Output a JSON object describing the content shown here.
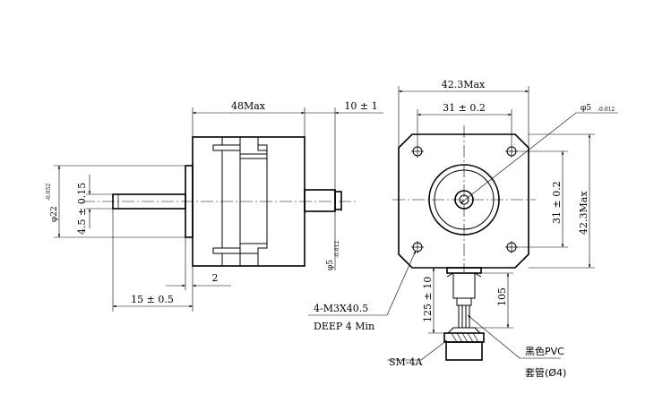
{
  "dimensions": {
    "body_length": "48Max",
    "shaft_length": "10 ± 1",
    "flange_width": "42.3Max",
    "hole_spacing_h": "31 ± 0.2",
    "hole_spacing_v": "31 ± 0.2",
    "flange_height": "42.3Max",
    "shaft_diameter_main": "φ5",
    "shaft_diameter_main_tol": "-0.012",
    "shaft_diameter_side": "φ5",
    "shaft_diameter_side_tol": "-0.012",
    "pilot_diameter": "φ22",
    "pilot_diameter_tol": "-0.052",
    "rear_shaft": "4.5 ± 0.15",
    "rear_shaft_length": "15 ± 0.5",
    "pilot_depth": "2",
    "lead_length": "125 ± 10",
    "cable_length": "105"
  },
  "labels": {
    "mount_holes": "4-M3X40.5",
    "mount_depth": "DEEP 4 Min",
    "connector": "SM-4A",
    "sleeve_line1": "黑色PVC",
    "sleeve_line2": "套管(Ø4)"
  }
}
